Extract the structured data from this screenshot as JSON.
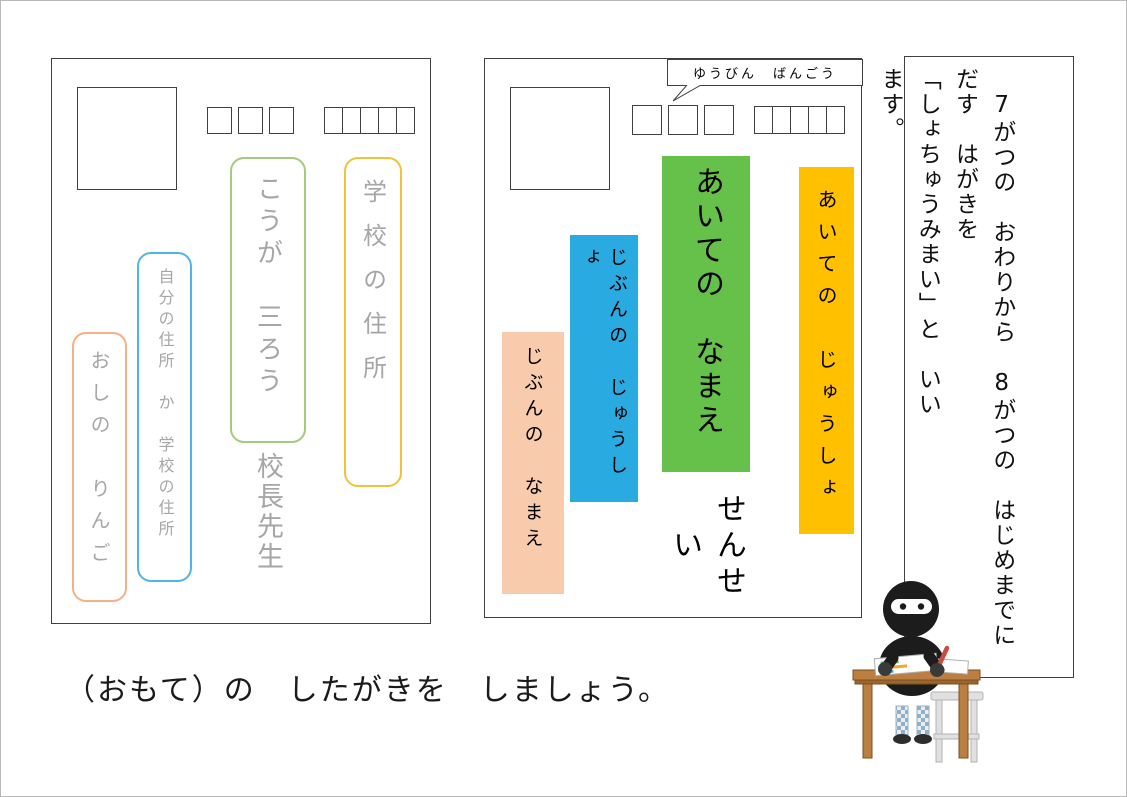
{
  "page": {
    "caption": "（おもて）の　したがきを　しましょう。"
  },
  "left_postcard": {
    "school_address_label": "学校の住所",
    "recipient_name": "こうが　三ろう",
    "recipient_title": "校長先生",
    "sender_address_label": "自分の住所　か　学校の住所",
    "sender_name": "おしの　りんご"
  },
  "right_postcard": {
    "postal_bubble_label": "ゆうびん　ばんごう",
    "recipient_name_label": "あいての　なまえ",
    "recipient_honorific": "せんせい",
    "recipient_address_label": "あいての　じゅうしょ",
    "sender_address_label": "じぶんの　じゅうしょ",
    "sender_name_label": "じぶんの　なまえ"
  },
  "side_note": {
    "text": "　7がつの　おわりから　8がつの　はじめまでに\nだす　はがきを\n「しょちゅうみまい」と　いい\nます。"
  },
  "colors": {
    "outline_yellow": "#f0c33c",
    "outline_green": "#a6c97b",
    "outline_blue": "#4fb4e8",
    "outline_orange": "#f4b183",
    "example_text_gray": "#a6a6a6",
    "block_green": "#66c14a",
    "block_yellow": "#ffc000",
    "block_blue": "#29abe2",
    "block_peach": "#f8cbad"
  }
}
